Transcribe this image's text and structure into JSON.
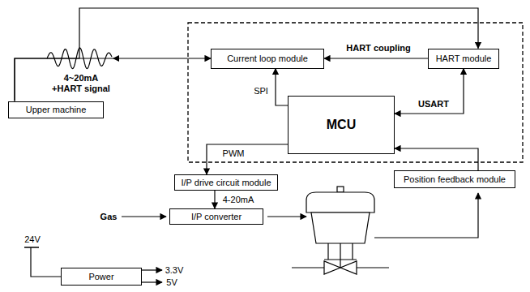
{
  "diagram": {
    "nodes": [
      {
        "text": [
          "Current loop module"
        ]
      },
      {
        "text": [
          "HART module"
        ]
      },
      {
        "text": [
          "MCU"
        ]
      },
      {
        "text": [
          "Upper machine"
        ]
      },
      {
        "text": [
          "I/P drive circuit module"
        ]
      },
      {
        "text": [
          "I/P converter"
        ]
      },
      {
        "text": [
          "Position feedback module"
        ]
      },
      {
        "text": [
          "Power"
        ]
      }
    ],
    "edges": [
      {
        "from": 3,
        "to": 0,
        "arrow": "to"
      },
      {
        "from": 3,
        "to": 1,
        "arrow": "to"
      },
      {
        "from": 1,
        "to": 0,
        "arrow": "to",
        "label": "HART coupling"
      },
      {
        "from": 2,
        "to": 0,
        "arrow": "to",
        "label": "SPI"
      },
      {
        "from": 2,
        "to": 1,
        "arrow": "both",
        "label": "USART"
      },
      {
        "from": 2,
        "to": 4,
        "arrow": "to",
        "label": "PWM"
      },
      {
        "from": 4,
        "to": 5,
        "arrow": "to",
        "label": "4-20mA"
      },
      {
        "from": 6,
        "to": 2,
        "arrow": "to"
      }
    ],
    "labels": [
      "4~20mA +HART signal",
      "Gas",
      "24V",
      "3.3V",
      "5V"
    ]
  }
}
